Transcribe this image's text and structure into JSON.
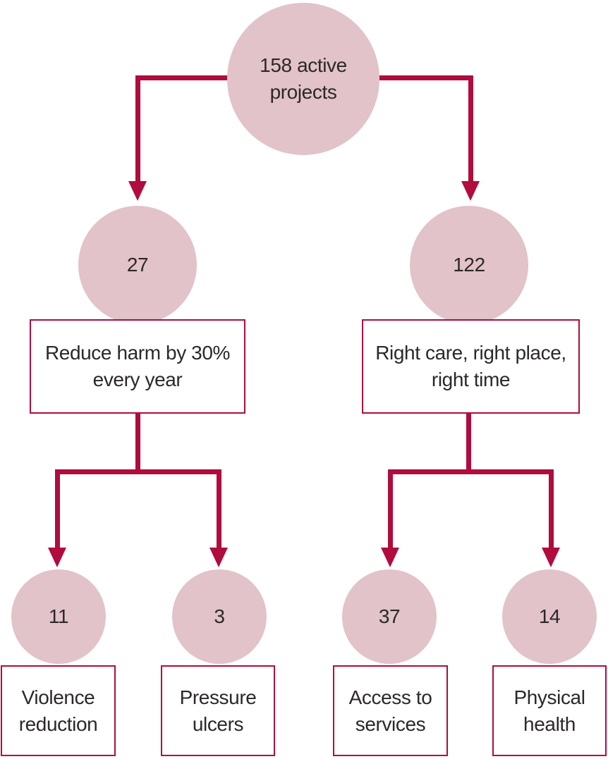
{
  "colors": {
    "accent": "#b00c3e",
    "circle_fill": "#e1c3c9",
    "text": "#2c2829",
    "background": "#ffffff"
  },
  "root": {
    "label": "158 active\nprojects"
  },
  "branches": [
    {
      "count": "27",
      "goal": "Reduce harm by 30%\nevery year",
      "children": [
        {
          "count": "11",
          "label": "Violence\nreduction"
        },
        {
          "count": "3",
          "label": "Pressure\nulcers"
        }
      ]
    },
    {
      "count": "122",
      "goal": "Right care, right place,\nright time",
      "children": [
        {
          "count": "37",
          "label": "Access to\nservices"
        },
        {
          "count": "14",
          "label": "Physical\nhealth"
        }
      ]
    }
  ]
}
